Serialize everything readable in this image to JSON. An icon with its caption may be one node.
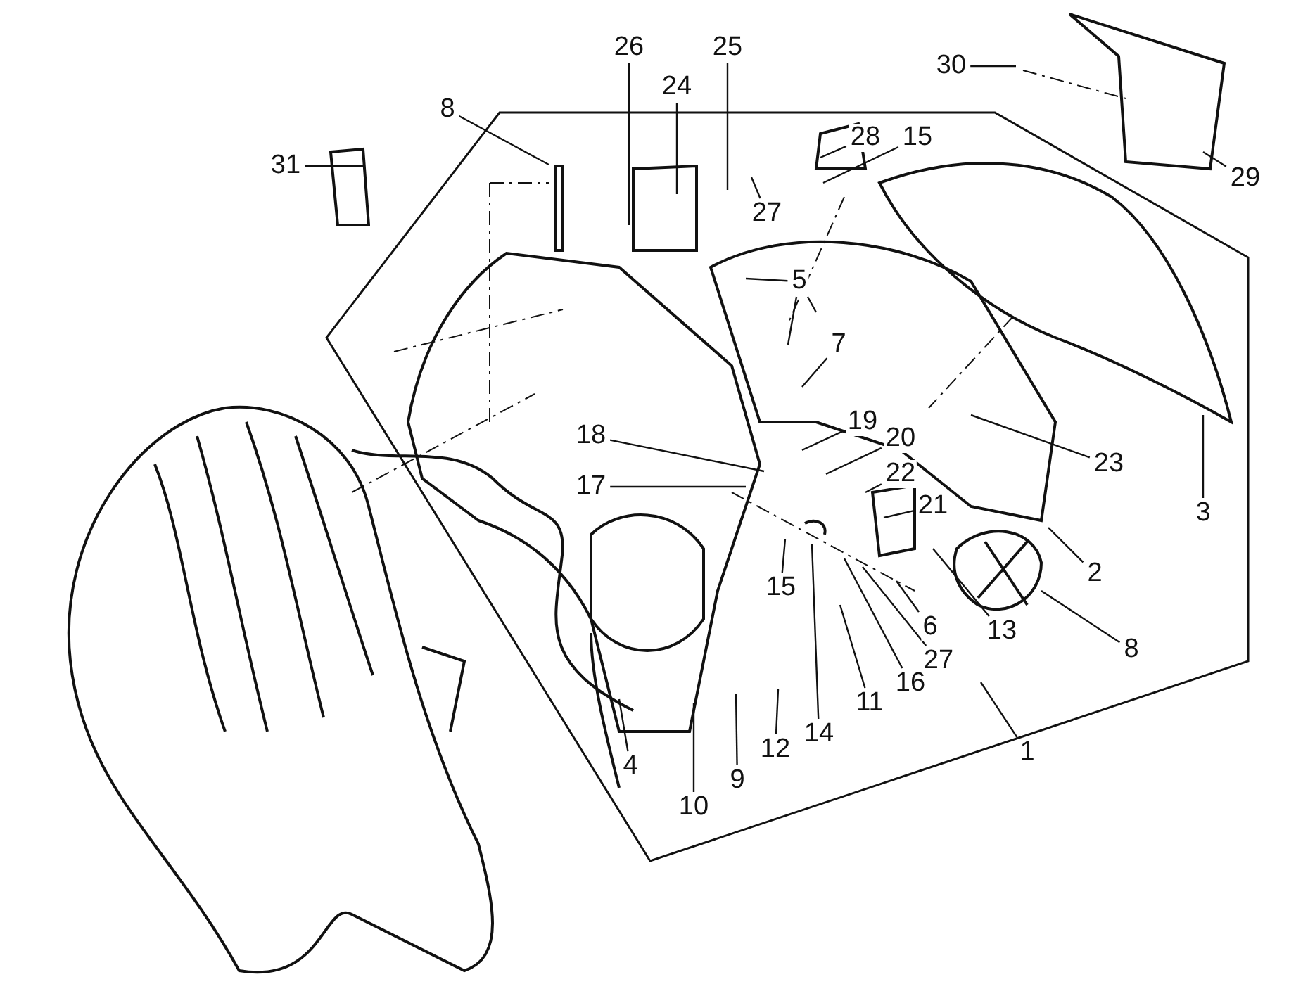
{
  "diagram": {
    "nodes": [
      {
        "text": [
          "26"
        ]
      },
      {
        "text": [
          "25"
        ]
      },
      {
        "text": [
          "30"
        ]
      },
      {
        "text": [
          "24"
        ]
      },
      {
        "text": [
          "8"
        ]
      },
      {
        "text": [
          "28"
        ]
      },
      {
        "text": [
          "15"
        ]
      },
      {
        "text": [
          "31"
        ]
      },
      {
        "text": [
          "29"
        ]
      },
      {
        "text": [
          "27"
        ]
      },
      {
        "text": [
          "5"
        ]
      },
      {
        "text": [
          "7"
        ]
      },
      {
        "text": [
          "19"
        ]
      },
      {
        "text": [
          "18"
        ]
      },
      {
        "text": [
          "20"
        ]
      },
      {
        "text": [
          "23"
        ]
      },
      {
        "text": [
          "22"
        ]
      },
      {
        "text": [
          "17"
        ]
      },
      {
        "text": [
          "21"
        ]
      },
      {
        "text": [
          "3"
        ]
      },
      {
        "text": [
          "2"
        ]
      },
      {
        "text": [
          "15"
        ]
      },
      {
        "text": [
          "6"
        ]
      },
      {
        "text": [
          "13"
        ]
      },
      {
        "text": [
          "8"
        ]
      },
      {
        "text": [
          "27"
        ]
      },
      {
        "text": [
          "16"
        ]
      },
      {
        "text": [
          "11"
        ]
      },
      {
        "text": [
          "14"
        ]
      },
      {
        "text": [
          "1"
        ]
      },
      {
        "text": [
          "12"
        ]
      },
      {
        "text": [
          "4"
        ]
      },
      {
        "text": [
          "9"
        ]
      },
      {
        "text": [
          "10"
        ]
      }
    ],
    "edges": [
      {
        "from": 0,
        "to": null,
        "arrow": "none"
      },
      {
        "from": 1,
        "to": null,
        "arrow": "none"
      },
      {
        "from": 2,
        "to": null,
        "arrow": "none"
      },
      {
        "from": 3,
        "to": null,
        "arrow": "none"
      },
      {
        "from": 4,
        "to": null,
        "arrow": "none"
      },
      {
        "from": 5,
        "to": null,
        "arrow": "none"
      },
      {
        "from": 6,
        "to": null,
        "arrow": "none"
      },
      {
        "from": 7,
        "to": null,
        "arrow": "none"
      },
      {
        "from": 8,
        "to": null,
        "arrow": "none"
      },
      {
        "from": 9,
        "to": null,
        "arrow": "none"
      },
      {
        "from": 10,
        "to": null,
        "arrow": "none"
      },
      {
        "from": 10,
        "to": null,
        "arrow": "none"
      },
      {
        "from": 10,
        "to": null,
        "arrow": "none"
      },
      {
        "from": 11,
        "to": null,
        "arrow": "none"
      },
      {
        "from": 12,
        "to": null,
        "arrow": "none"
      },
      {
        "from": 13,
        "to": null,
        "arrow": "none"
      },
      {
        "from": 14,
        "to": null,
        "arrow": "none"
      },
      {
        "from": 15,
        "to": null,
        "arrow": "none"
      },
      {
        "from": 16,
        "to": null,
        "arrow": "none"
      },
      {
        "from": 17,
        "to": null,
        "arrow": "none"
      },
      {
        "from": 18,
        "to": null,
        "arrow": "none"
      },
      {
        "from": 19,
        "to": null,
        "arrow": "none"
      },
      {
        "from": 20,
        "to": null,
        "arrow": "none"
      },
      {
        "from": 21,
        "to": null,
        "arrow": "none"
      },
      {
        "from": 22,
        "to": null,
        "arrow": "none"
      },
      {
        "from": 23,
        "to": null,
        "arrow": "none"
      },
      {
        "from": 24,
        "to": null,
        "arrow": "none"
      },
      {
        "from": 25,
        "to": null,
        "arrow": "none"
      },
      {
        "from": 26,
        "to": null,
        "arrow": "none"
      },
      {
        "from": 27,
        "to": null,
        "arrow": "none"
      },
      {
        "from": 28,
        "to": null,
        "arrow": "none"
      },
      {
        "from": 29,
        "to": null,
        "arrow": "none"
      },
      {
        "from": 30,
        "to": null,
        "arrow": "none"
      },
      {
        "from": 31,
        "to": null,
        "arrow": "none"
      },
      {
        "from": 32,
        "to": null,
        "arrow": "none"
      },
      {
        "from": 33,
        "to": null,
        "arrow": "none"
      }
    ]
  }
}
